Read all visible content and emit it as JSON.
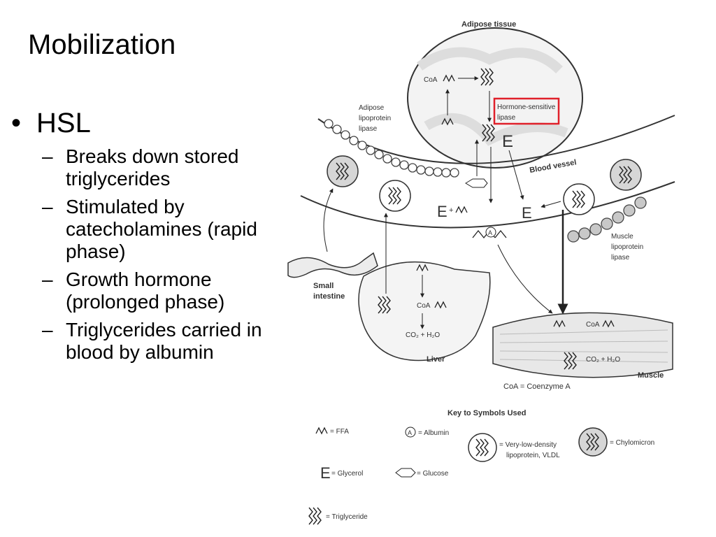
{
  "slide": {
    "title": "Mobilization",
    "bullet": "HSL",
    "sub_bullets": [
      "Breaks down stored triglycerides",
      "Stimulated by catecholamines (rapid phase)",
      "Growth hormone (prolonged phase)",
      "Triglycerides carried in blood by albumin"
    ]
  },
  "diagram": {
    "adipose_tissue": "Adipose tissue",
    "adipose_lpl": [
      "Adipose",
      "lipoprotein",
      "lipase"
    ],
    "hsl": [
      "Hormone-sensitive",
      "lipase"
    ],
    "blood_vessel": "Blood vessel",
    "muscle_lpl": [
      "Muscle",
      "lipoprotein",
      "lipase"
    ],
    "small_intestine": [
      "Small",
      "intestine"
    ],
    "liver": "Liver",
    "muscle": "Muscle",
    "coa": "CoA",
    "coa_plus": "+",
    "co2_h2o": "CO₂ + H₂O",
    "e_letter": "E",
    "albumin_letter": "A",
    "coa_def": "CoA = Coenzyme A",
    "key_title": "Key to Symbols Used",
    "key": {
      "ffa": "= FFA",
      "albumin": "= Albumin",
      "vldl": [
        "= Very-low-density",
        "lipoprotein, VLDL"
      ],
      "chylomicron": "= Chylomicron",
      "glycerol": "= Glycerol",
      "glucose": "= Glucose",
      "triglyceride": "= Triglyceride"
    },
    "highlight_color": "#e0202a"
  }
}
